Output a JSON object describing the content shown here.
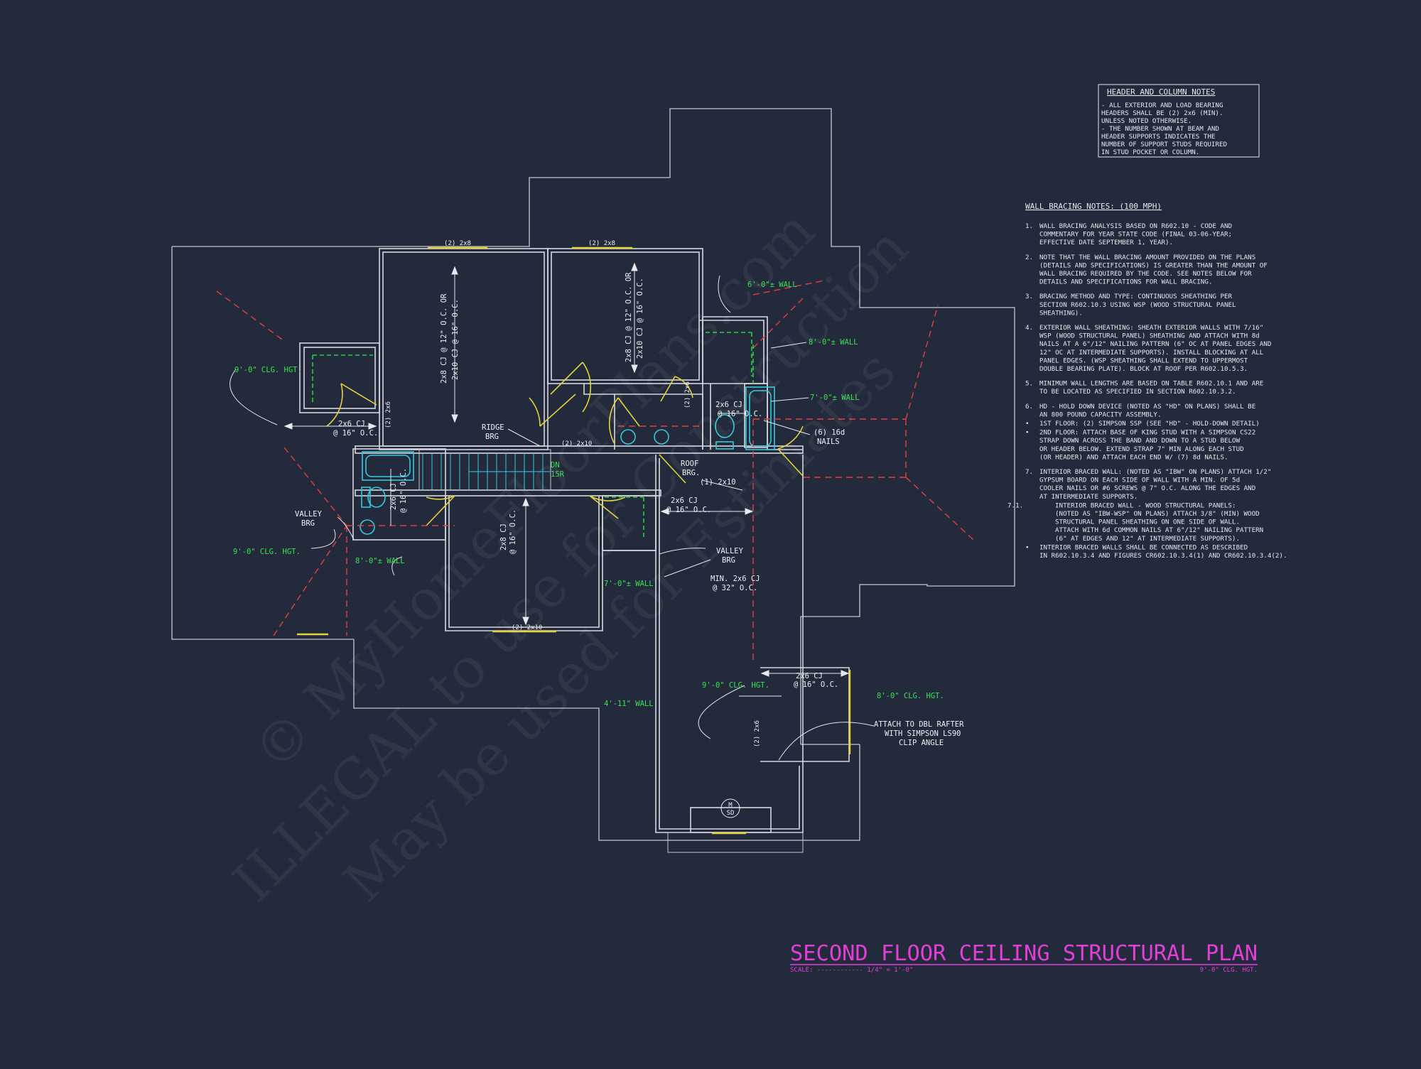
{
  "title": {
    "main": "SECOND FLOOR CEILING STRUCTURAL PLAN",
    "scale": "SCALE: ------------ 1/4\" = 1'-0\"",
    "ceiling": "9'-0\" CLG. HGT."
  },
  "header_notes": {
    "heading": "HEADER AND COLUMN NOTES",
    "lines": [
      "- ALL EXTERIOR AND LOAD BEARING",
      "HEADERS SHALL BE (2) 2x6 (MIN).",
      "UNLESS NOTED OTHERWISE.",
      "- THE NUMBER SHOWN AT BEAM AND",
      "HEADER SUPPORTS INDICATES THE",
      "NUMBER OF SUPPORT STUDS REQUIRED",
      "IN STUD POCKET OR COLUMN."
    ]
  },
  "bracing_notes": {
    "heading": "WALL BRACING NOTES: (100 MPH)",
    "items": [
      {
        "num": "1.",
        "lines": [
          "WALL BRACING ANALYSIS BASED ON R602.10 - CODE AND",
          "COMMENTARY FOR YEAR STATE CODE (FINAL 03-06-YEAR;",
          "EFFECTIVE DATE SEPTEMBER 1, YEAR)."
        ]
      },
      {
        "num": "2.",
        "lines": [
          "NOTE THAT THE WALL BRACING AMOUNT PROVIDED ON THE PLANS",
          "(DETAILS AND SPECIFICATIONS) IS GREATER THAN THE AMOUNT OF",
          "WALL BRACING REQUIRED BY THE CODE. SEE NOTES BELOW FOR",
          "DETAILS AND SPECIFICATIONS FOR WALL BRACING."
        ]
      },
      {
        "num": "3.",
        "lines": [
          "BRACING METHOD AND TYPE: CONTINUOUS SHEATHING PER",
          "SECTION R602.10.3 USING WSP (WOOD STRUCTURAL PANEL",
          "SHEATHING)."
        ]
      },
      {
        "num": "4.",
        "lines": [
          "EXTERIOR WALL SHEATHING: SHEATH EXTERIOR WALLS WITH 7/16\"",
          "WSP (WOOD STRUCTURAL PANEL) SHEATHING AND ATTACH WITH 8d",
          "NAILS AT A 6\"/12\" NAILING PATTERN (6\" OC AT PANEL EDGES AND",
          "12\" OC AT INTERMEDIATE SUPPORTS). INSTALL BLOCKING AT ALL",
          "PANEL EDGES. (WSP SHEATHING SHALL EXTEND TO UPPERMOST",
          "DOUBLE BEARING PLATE). BLOCK AT ROOF PER R602.10.5.3."
        ]
      },
      {
        "num": "5.",
        "lines": [
          "MINIMUM WALL LENGTHS ARE BASED ON TABLE R602.10.1 AND ARE",
          "TO BE LOCATED AS SPECIFIED IN SECTION R602.10.3.2."
        ]
      },
      {
        "num": "6.",
        "lines": [
          "HD - HOLD DOWN DEVICE (NOTED AS \"HD\" ON PLANS) SHALL BE",
          "AN 800 POUND CAPACITY ASSEMBLY."
        ]
      },
      {
        "num": "•",
        "lines": [
          "1ST FLOOR: (2) SIMPSON SSP (SEE \"HD\" - HOLD-DOWN DETAIL)"
        ]
      },
      {
        "num": "•",
        "lines": [
          "2ND FLOOR: ATTACH BASE OF KING STUD WITH A SIMPSON CS22",
          "STRAP DOWN ACROSS THE BAND AND DOWN TO A STUD BELOW",
          "OR HEADER BELOW. EXTEND STRAP 7\" MIN ALONG EACH STUD",
          "(OR HEADER) AND ATTACH EACH END W/ (7) 8d NAILS."
        ]
      },
      {
        "num": "7.",
        "lines": [
          "INTERIOR BRACED WALL: (NOTED AS \"IBW\" ON PLANS) ATTACH 1/2\"",
          "GYPSUM BOARD ON EACH SIDE OF WALL WITH A MIN. OF 5d",
          "COOLER NAILS OR #6 SCREWS @ 7\" O.C. ALONG THE EDGES AND",
          "AT INTERMEDIATE SUPPORTS."
        ]
      },
      {
        "num": "7.1.",
        "lines": [
          "INTERIOR BRACED WALL - WOOD STRUCTURAL PANELS:",
          "(NOTED AS \"IBW-WSP\" ON PLANS) ATTACH 3/8\" (MIN) WOOD",
          "STRUCTURAL PANEL SHEATHING ON ONE SIDE OF WALL.",
          "ATTACH WITH 6d COMMON NAILS AT 6\"/12\" NAILING PATTERN",
          "(6\" AT EDGES AND 12\" AT INTERMEDIATE SUPPORTS)."
        ]
      },
      {
        "num": "•",
        "lines": [
          "INTERIOR BRACED WALLS SHALL BE CONNECTED AS DESCRIBED",
          "IN R602.10.3.4 AND FIGURES CR602.10.3.4(1) AND CR602.10.3.4(2)."
        ]
      }
    ]
  },
  "plan_labels": {
    "hdr_2x8_a": "(2) 2x8",
    "hdr_2x8_b": "(2) 2x8",
    "cj_a": "2x8 CJ @ 12\" O.C. OR",
    "cj_a2": "2x10 CJ @ 16\" O.C.",
    "cj_b": "2x8 CJ @ 12\" O.C. OR",
    "cj_b2": "2x10 CJ @ 16\" O.C.",
    "clg_9_a": "9'-0\" CLG. HGT.",
    "clg_9_b": "9'-0\" CLG. HGT.",
    "clg_9_c": "9'-0\" CLG. HGT.",
    "clg_8": "8'-0\" CLG. HGT.",
    "wall_6": "6'-0\"± WALL",
    "wall_8_a": "8'-0\"± WALL",
    "wall_8_b": "8'-0\"± WALL",
    "wall_7_a": "7'-0\"± WALL",
    "wall_7_b": "7'-0\"± WALL",
    "wall_4": "4'-11\" WALL",
    "cj_2x6_a": "2x6 CJ",
    "cj_2x6_a2": "@ 16\" O.C.",
    "cj_2x6_b": "2x6 CJ",
    "cj_2x6_b2": "@ 16\" O.C.",
    "cj_2x6_c": "2x6 CJ",
    "cj_2x6_c2": "@ 16\" O.C.",
    "cj_2x6_d": "2x6 CJ",
    "cj_2x6_d2": "@ 16\" O.C.",
    "cj_2x8_v": "2x8 CJ",
    "cj_2x8_v2": "@ 16\" O.C.",
    "cj_2x6_bath": "2x6 CJ",
    "cj_2x6_bath2": "@ 16\" O.C.",
    "min_cj": "MIN. 2x6 CJ",
    "min_cj2": "@ 32\" O.C.",
    "ridge": "RIDGE",
    "ridge2": "BRG",
    "roof": "ROOF",
    "roof2": "BRG.",
    "valley_a": "VALLEY",
    "valley_a2": "BRG",
    "valley_b": "VALLEY",
    "valley_b2": "BRG",
    "nails": "(6) 16d",
    "nails2": "NAILS",
    "one_2x10": "(1) 2x10",
    "two_2x10_a": "(2) 2x10",
    "two_2x10_b": "(2) 2x10",
    "two_2x6_a": "(2) 2x6",
    "two_2x6_b": "(2) 2x6",
    "two_2x6_c": "(2) 2x6",
    "dn": "DN",
    "dn2": "15R",
    "attach": "ATTACH TO DBL RAFTER",
    "attach2": "WITH SIMPSON LS90",
    "attach3": "CLIP ANGLE",
    "sd": "M",
    "sd2": "SD"
  },
  "watermark": {
    "line1": "© MyHomeFloorPlans.com",
    "line2": "ILLEGAL to use for Construction",
    "line3": "May be used for Estimates"
  },
  "colors": {
    "background": "#232a3b",
    "walls": "#d8d8dc",
    "ridge_lines": "#e04040",
    "braced_walls": "#27d13f",
    "headers": "#e3d33c",
    "fixtures": "#34c9dd",
    "title": "#e23fd8"
  }
}
